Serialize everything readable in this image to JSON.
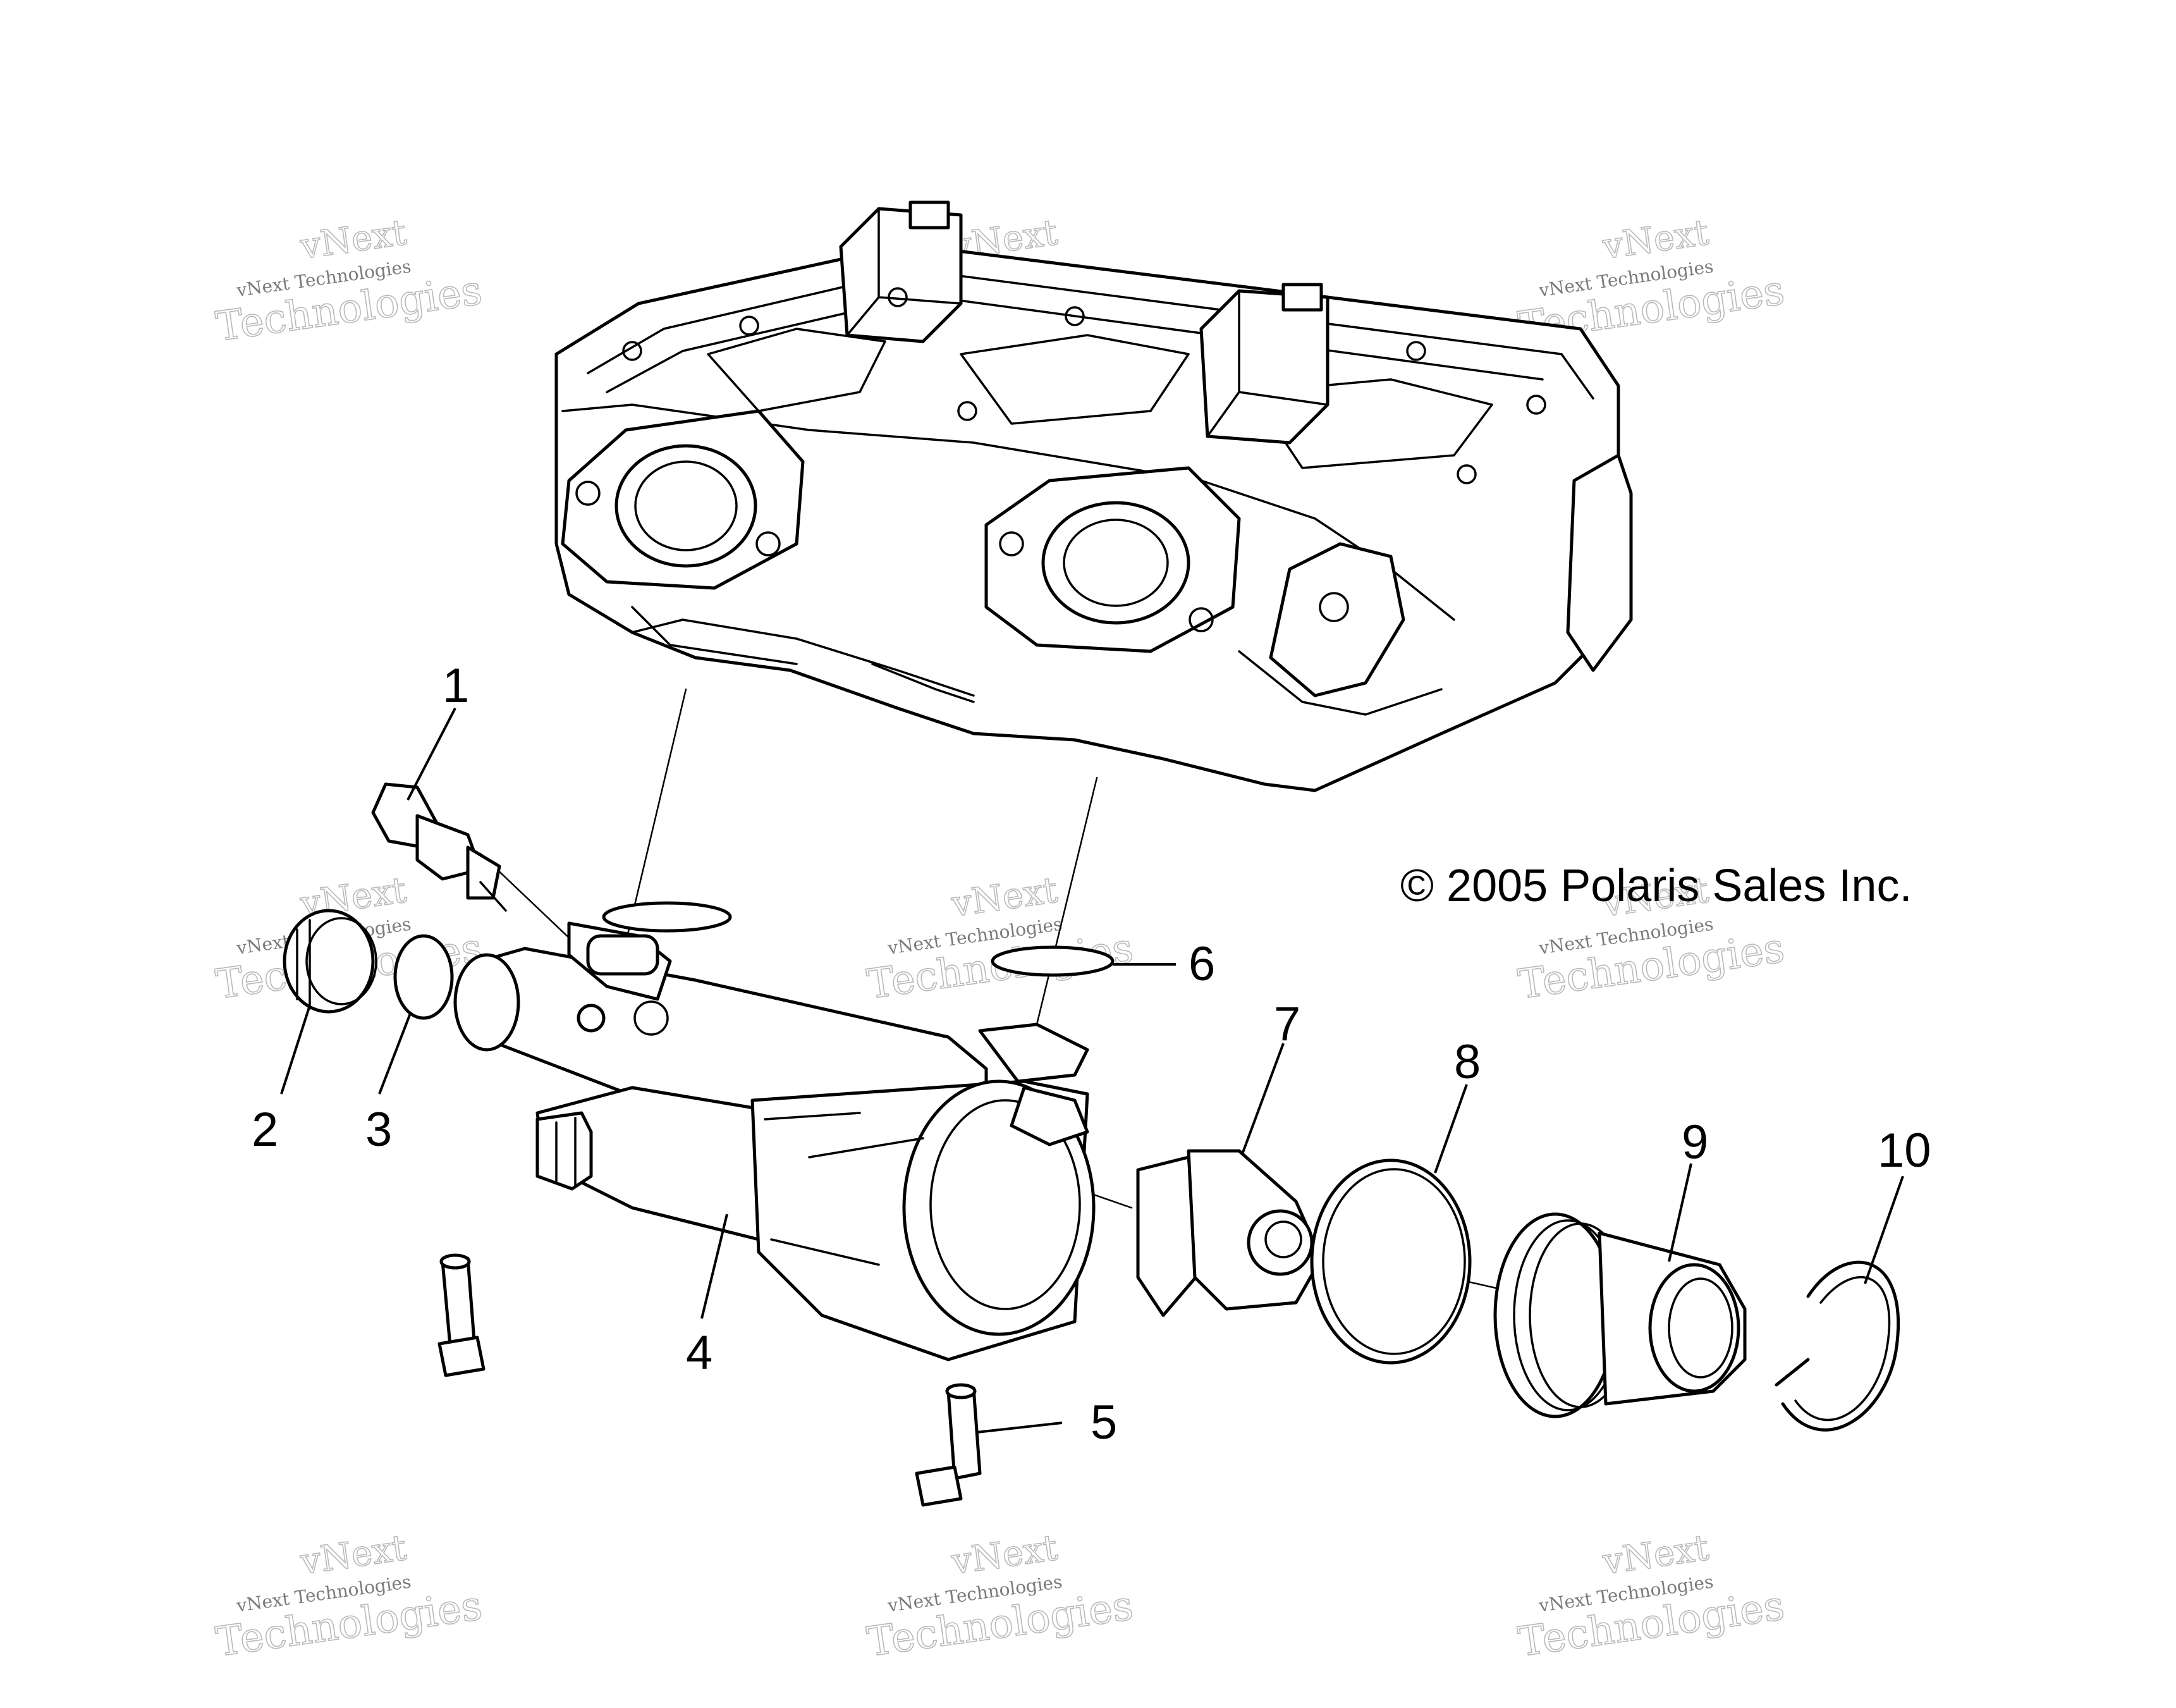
{
  "copyright": "© 2005 Polaris Sales Inc.",
  "watermark": {
    "line1": "vNext",
    "line2": "Technologies",
    "small": "vNext Technologies"
  },
  "callouts": [
    {
      "id": "1",
      "label": "1"
    },
    {
      "id": "2",
      "label": "2"
    },
    {
      "id": "3",
      "label": "3"
    },
    {
      "id": "4",
      "label": "4"
    },
    {
      "id": "5",
      "label": "5"
    },
    {
      "id": "6",
      "label": "6"
    },
    {
      "id": "7",
      "label": "7"
    },
    {
      "id": "8",
      "label": "8"
    },
    {
      "id": "9",
      "label": "9"
    },
    {
      "id": "10",
      "label": "10"
    }
  ],
  "colors": {
    "line": "#000000",
    "background": "#ffffff",
    "watermark": "#b9b9b9"
  }
}
